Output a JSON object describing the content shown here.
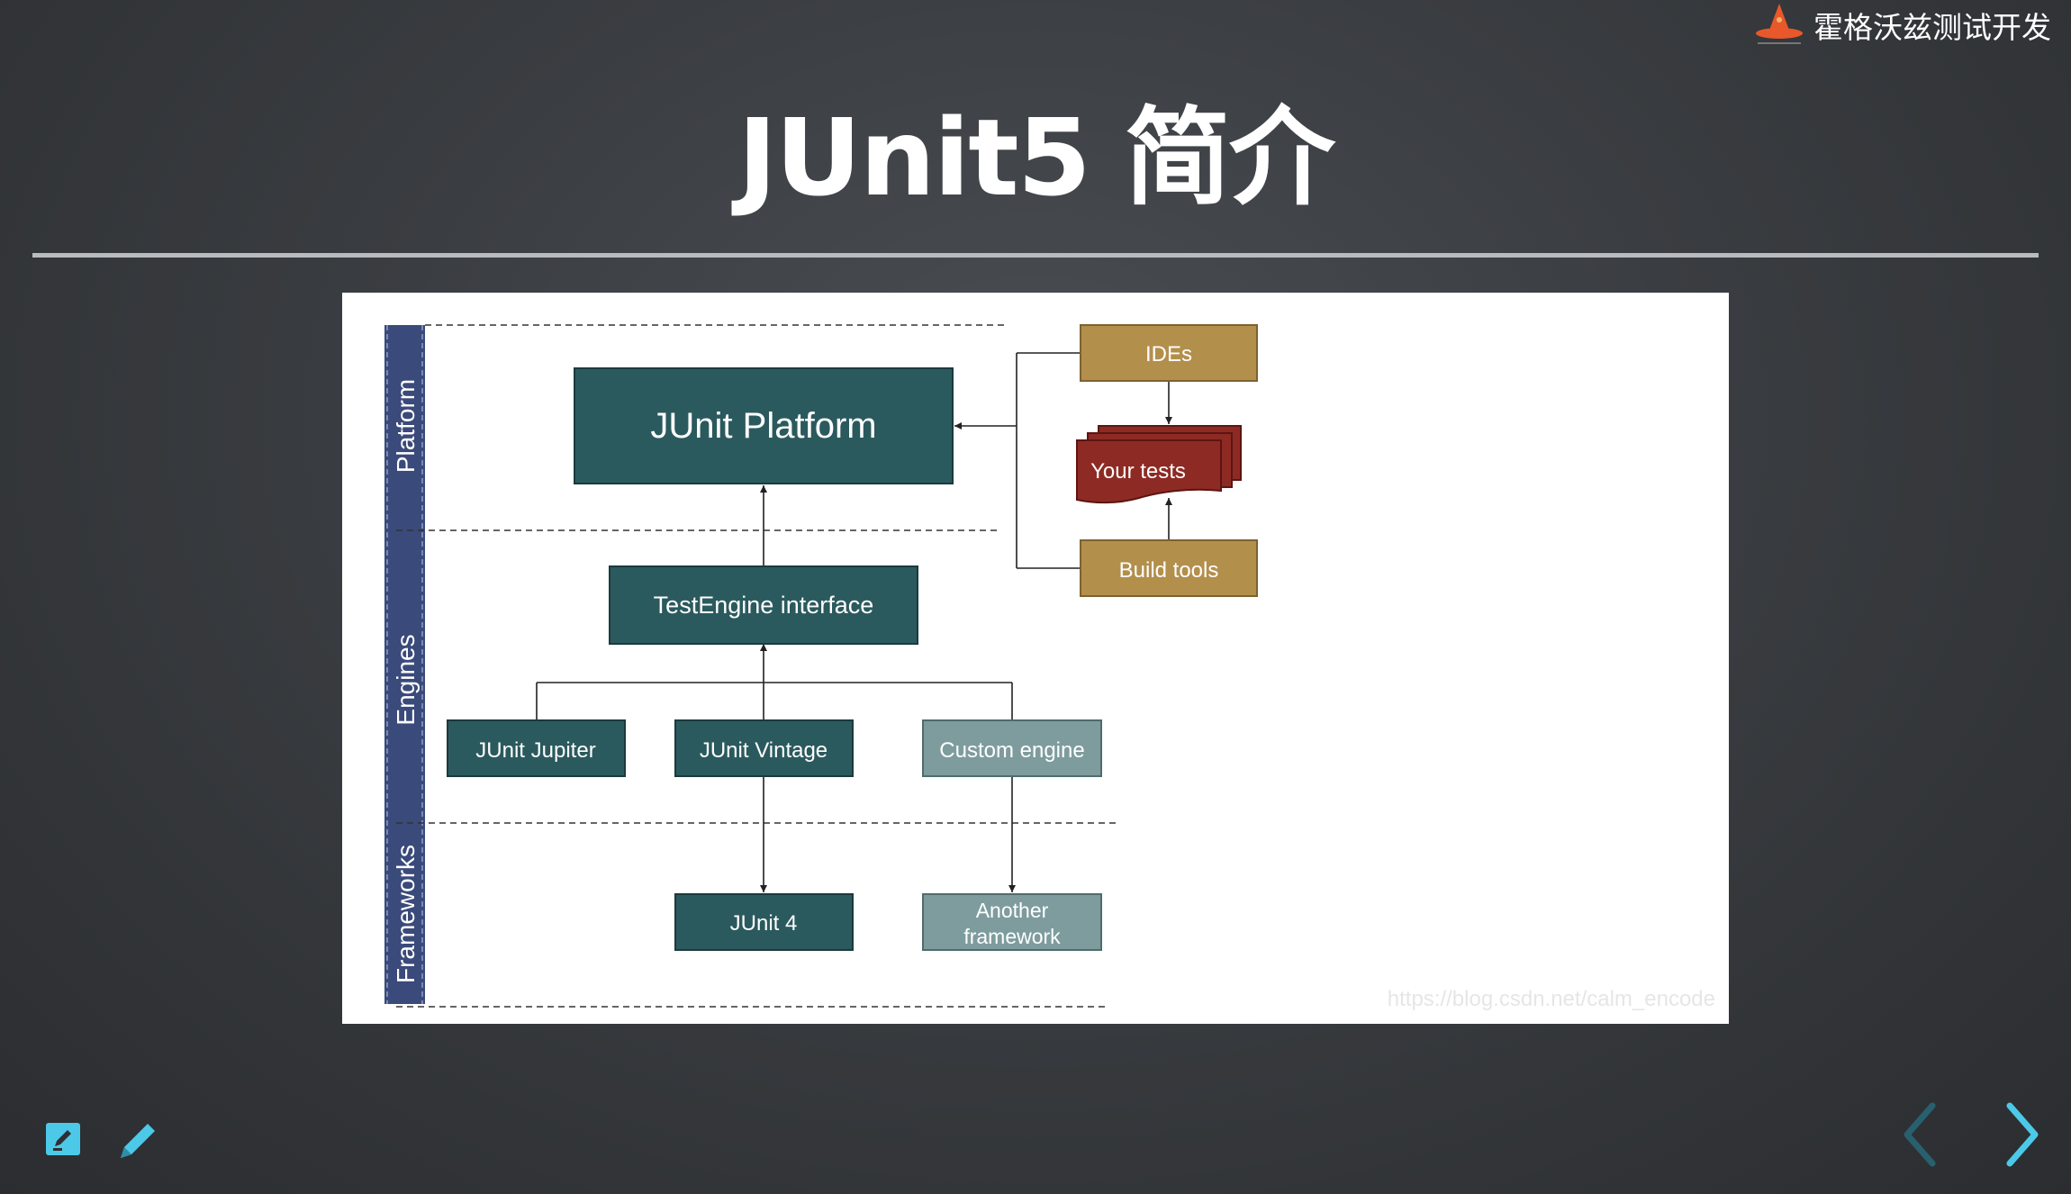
{
  "brand": {
    "text": "霍格沃兹测试开发"
  },
  "title": "JUnit5 简介",
  "diagram": {
    "layers": [
      "Platform",
      "Engines",
      "Frameworks"
    ],
    "platform": "JUnit Platform",
    "test_engine": "TestEngine interface",
    "engines": [
      "JUnit Jupiter",
      "JUnit Vintage",
      "Custom engine"
    ],
    "frameworks": [
      "JUnit 4",
      "Another",
      "framework"
    ],
    "tools": [
      "IDEs",
      "Your tests",
      "Build tools"
    ],
    "watermark": "https://blog.csdn.net/calm_encode"
  },
  "colors": {
    "teal_dark": "#2b5a5e",
    "teal_light": "#7e9c9e",
    "gold": "#b38f4c",
    "red": "#8e2a24",
    "navy": "#3a4a7a",
    "accent": "#4cc9e8"
  },
  "icons": {
    "edit": "edit-note-icon",
    "pencil": "pencil-icon",
    "prev": "chevron-left-icon",
    "next": "chevron-right-icon",
    "logo": "wizard-hat-icon"
  }
}
